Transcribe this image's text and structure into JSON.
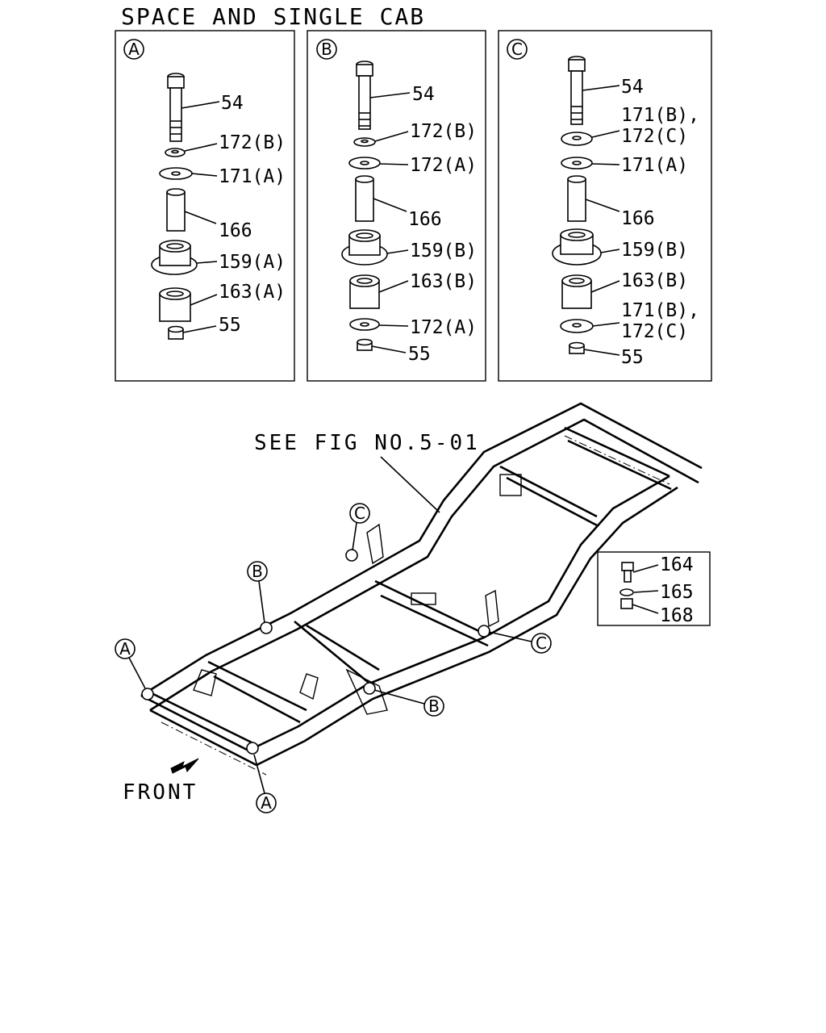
{
  "title": "SPACE AND SINGLE CAB",
  "panels": {
    "a": {
      "letter": "A",
      "labels": [
        "54",
        "172(B)",
        "171(A)",
        "166",
        "159(A)",
        "163(A)",
        "55"
      ]
    },
    "b": {
      "letter": "B",
      "labels": [
        "54",
        "172(B)",
        "172(A)",
        "166",
        "159(B)",
        "163(B)",
        "172(A)",
        "55"
      ]
    },
    "c": {
      "letter": "C",
      "labels": [
        "54",
        "171(B),",
        "172(C)",
        "171(A)",
        "166",
        "159(B)",
        "163(B)",
        "171(B),",
        "172(C)",
        "55"
      ]
    }
  },
  "frame": {
    "see_fig": "SEE FIG NO.5-01",
    "front": "FRONT",
    "callouts": [
      "C",
      "B",
      "A",
      "A",
      "B",
      "C"
    ]
  },
  "inset": {
    "labels": [
      "164",
      "165",
      "168"
    ]
  }
}
